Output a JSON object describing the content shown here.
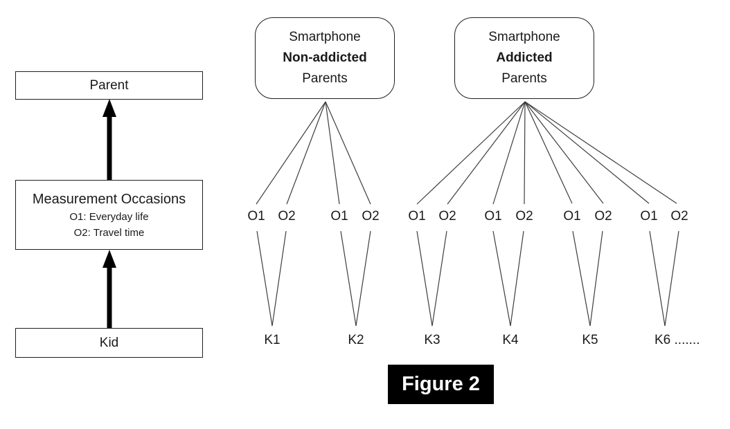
{
  "figure": {
    "caption": "Figure 2"
  },
  "left_flow": {
    "parent_label": "Parent",
    "measurement_title": "Measurement Occasions",
    "occasion1_desc": "O1: Everyday life",
    "occasion2_desc": "O2: Travel time",
    "kid_label": "Kid"
  },
  "groups": [
    {
      "line1": "Smartphone",
      "line2": "Non-addicted",
      "line3": "Parents"
    },
    {
      "line1": "Smartphone",
      "line2": "Addicted",
      "line3": "Parents"
    }
  ],
  "occasions": [
    "O1",
    "O2",
    "O1",
    "O2",
    "O1",
    "O2",
    "O1",
    "O2",
    "O1",
    "O2",
    "O1",
    "O2"
  ],
  "kids": [
    "K1",
    "K2",
    "K3",
    "K4",
    "K5",
    "K6 ......."
  ],
  "colors": {
    "line": "#3d3d3d",
    "arrow": "#000000",
    "border": "#1f1f1f",
    "caption_bg": "#000000",
    "caption_fg": "#ffffff"
  }
}
